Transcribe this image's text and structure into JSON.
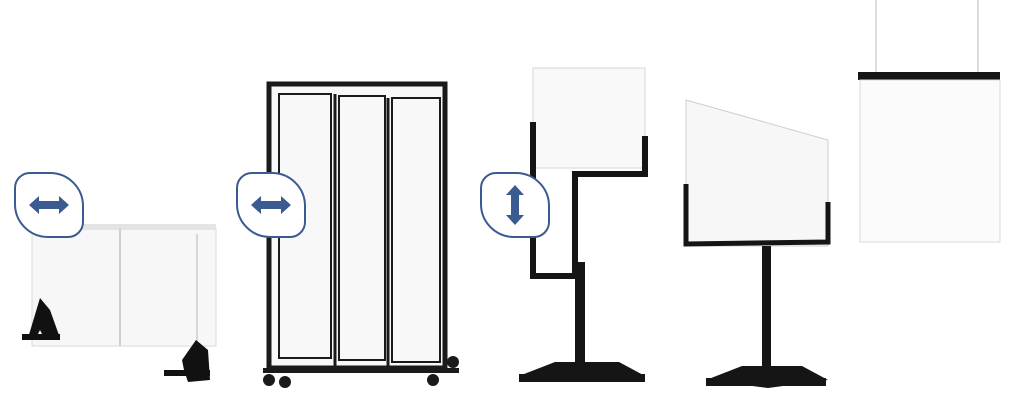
{
  "colors": {
    "background": "#ffffff",
    "badge_accent": "#3a5a92",
    "frame": "#151515",
    "panel": "#f7f7f7"
  },
  "products": [
    {
      "name": "desk-divider-with-feet",
      "icon": "horizontal-arrow-icon"
    },
    {
      "name": "rolling-three-panel-screen",
      "icon": "horizontal-arrow-icon"
    },
    {
      "name": "height-adjustable-stand-shield",
      "icon": "vertical-arrow-icon"
    },
    {
      "name": "pedestal-stand-shield"
    },
    {
      "name": "hanging-ceiling-shield"
    }
  ]
}
